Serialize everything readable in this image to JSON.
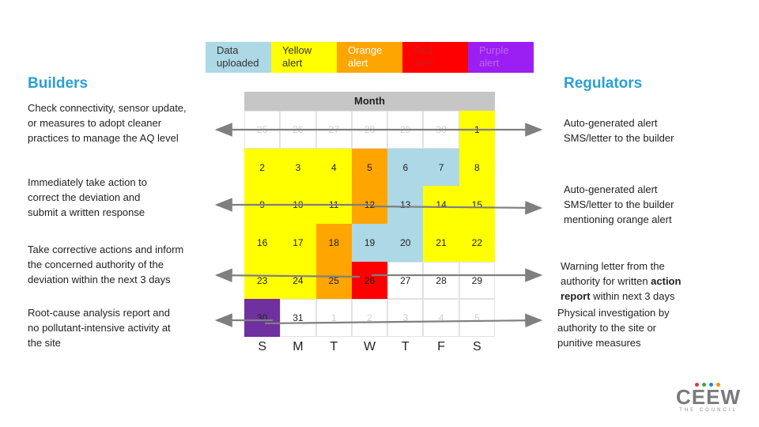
{
  "legend": [
    {
      "label": "Data\nuploaded",
      "color": "#add8e6",
      "text_color": "#333333"
    },
    {
      "label": "Yellow\nalert",
      "color": "#ffff00",
      "text_color": "#333333"
    },
    {
      "label": "Orange\nalert",
      "color": "#ffa500",
      "text_color": "#ffffff"
    },
    {
      "label": "Red\nalert",
      "color": "#ff0000",
      "text_color": "#cc1c1c"
    },
    {
      "label": "Purple\nalert",
      "color": "#9b1ff2",
      "text_color": "#bb66ee"
    }
  ],
  "builders": {
    "title": "Builders",
    "actions": [
      "Check connectivity, sensor update,\nor measures to adopt cleaner\npractices to manage the AQ level",
      "Immediately take action to\ncorrect the deviation and\nsubmit a written response",
      "Take corrective actions and inform\nthe concerned authority of the\ndeviation within the next 3 days",
      "Root-cause analysis report and\nno pollutant-intensive activity at\nthe site"
    ]
  },
  "regulators": {
    "title": "Regulators",
    "responses": [
      "Auto-generated alert\nSMS/letter to the builder",
      "Auto-generated alert\nSMS/letter to the builder\nmentioning orange alert",
      "",
      "Physical investigation by\nauthority to the site or\npunitive measures"
    ],
    "warning_parts": [
      "Warning letter from the\nauthority for written ",
      "action\nreport",
      " within next 3 days"
    ]
  },
  "calendar": {
    "header": "Month",
    "weekdays": [
      "S",
      "M",
      "T",
      "W",
      "T",
      "F",
      "S"
    ],
    "weeks": [
      [
        {
          "d": "25",
          "s": "faded"
        },
        {
          "d": "26",
          "s": "faded"
        },
        {
          "d": "27",
          "s": "faded"
        },
        {
          "d": "28",
          "s": "faded"
        },
        {
          "d": "29",
          "s": "faded"
        },
        {
          "d": "30",
          "s": "faded"
        },
        {
          "d": "1",
          "s": "yellow"
        }
      ],
      [
        {
          "d": "2",
          "s": "yellow"
        },
        {
          "d": "3",
          "s": "yellow"
        },
        {
          "d": "4",
          "s": "yellow"
        },
        {
          "d": "5",
          "s": "orange"
        },
        {
          "d": "6",
          "s": "blue"
        },
        {
          "d": "7",
          "s": "blue"
        },
        {
          "d": "8",
          "s": "yellow"
        }
      ],
      [
        {
          "d": "9",
          "s": "yellow"
        },
        {
          "d": "10",
          "s": "yellow"
        },
        {
          "d": "11",
          "s": "yellow"
        },
        {
          "d": "12",
          "s": "orange"
        },
        {
          "d": "13",
          "s": "blue"
        },
        {
          "d": "14",
          "s": "yellow"
        },
        {
          "d": "15",
          "s": "yellow"
        }
      ],
      [
        {
          "d": "16",
          "s": "yellow"
        },
        {
          "d": "17",
          "s": "yellow"
        },
        {
          "d": "18",
          "s": "orange"
        },
        {
          "d": "19",
          "s": "blue"
        },
        {
          "d": "20",
          "s": "blue"
        },
        {
          "d": "21",
          "s": "yellow"
        },
        {
          "d": "22",
          "s": "yellow"
        }
      ],
      [
        {
          "d": "23",
          "s": "yellow"
        },
        {
          "d": "24",
          "s": "yellow"
        },
        {
          "d": "25",
          "s": "orange"
        },
        {
          "d": "26",
          "s": "red"
        },
        {
          "d": "27",
          "s": "none"
        },
        {
          "d": "28",
          "s": "none"
        },
        {
          "d": "29",
          "s": "none"
        }
      ],
      [
        {
          "d": "30",
          "s": "purple"
        },
        {
          "d": "31",
          "s": "none"
        },
        {
          "d": "1",
          "s": "faded"
        },
        {
          "d": "2",
          "s": "faded"
        },
        {
          "d": "3",
          "s": "faded"
        },
        {
          "d": "4",
          "s": "faded"
        },
        {
          "d": "5",
          "s": "faded"
        }
      ]
    ]
  },
  "status_colors": {
    "yellow": "#ffff00",
    "orange": "#ffa500",
    "blue": "#add8e6",
    "red": "#ff0000",
    "purple": "#7030a0",
    "none": "#ffffff",
    "faded": "#ffffff"
  },
  "logo": {
    "word": "CEEW",
    "subtitle": "THE COUNCIL",
    "dot_colors": [
      "#e53935",
      "#43a047",
      "#1e88e5",
      "#fb8c00"
    ]
  }
}
